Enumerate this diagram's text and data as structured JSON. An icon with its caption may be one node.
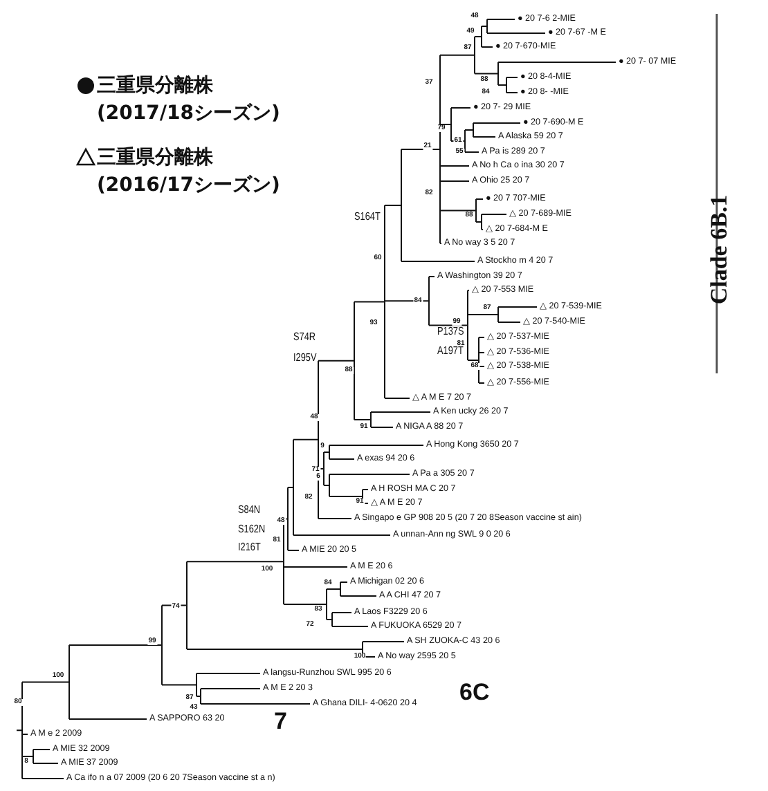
{
  "diagram": {
    "labels": [
      "● 20 7-6 2-MIE",
      "● 20 7-67 -M E",
      "● 20 7-670-MIE",
      "● 20 7- 07 MIE",
      "● 20 8-4-MIE",
      "● 20 8- -MIE",
      "● 20 7- 29 MIE",
      "● 20 7-690-M E",
      "A Alaska 59 20 7",
      "A Pa is 289 20 7",
      "A No h Ca o ina 30 20 7",
      "A Ohio 25 20 7",
      "● 20 7 707-MIE",
      "△ 20 7-689-MIE",
      "△ 20 7-684-M E",
      "A No way 3 5 20 7",
      "A Stockho m 4 20 7",
      "A Washington 39 20 7",
      "△ 20 7-553 MIE",
      "△ 20 7-539-MIE",
      "△ 20 7-540-MIE",
      "△ 20 7-537-MIE",
      "△ 20 7-536-MIE",
      "△ 20 7-538-MIE",
      "△ 20 7-556-MIE",
      "△ A M E 7 20 7",
      "A Ken ucky 26 20 7",
      "A NIGA A 88 20 7",
      "A Hong Kong 3650 20 7",
      "A exas 94 20 6",
      "A Pa a 305 20 7",
      "A H ROSH MA C 20 7",
      "△ A M E 20 7",
      "A Singapo e GP 908 20 5 (20 7 20 8Season vaccine st ain)",
      "A unnan-Ann ng SWL 9 0 20 6",
      "A MIE 20 20 5",
      "A M E 20 6",
      "A Michigan 02 20 6",
      "A A CHI 47 20 7",
      "A Laos F3229 20 6",
      "A FUKUOKA 6529 20 7",
      "A SH ZUOKA-C 43 20 6",
      "A No way 2595 20 5",
      "A langsu-Runzhou SWL 995 20 6",
      "A M E 2 20 3",
      "A Ghana DILI- 4-0620 20 4",
      "A SAPPORO 63 20",
      "A M e 2 2009",
      "A MIE 32 2009",
      "A MIE 37 2009",
      "A Ca ifo n a 07 2009 (20 6 20 7Season vaccine st a n)",
      "48",
      "49",
      "87",
      "37",
      "88",
      "84",
      "79",
      "21",
      "61",
      "55",
      "82",
      "88",
      "60",
      "84",
      "99",
      "87",
      "81",
      "68",
      "93",
      "88",
      "91",
      "48",
      "9",
      "71",
      "6",
      "91",
      "82",
      "48",
      "81",
      "100",
      "84",
      "83",
      "72",
      "74",
      "99",
      "100",
      "100",
      "87",
      "43",
      "80",
      "8",
      "S164T",
      "S74R",
      "I295V",
      "P137S",
      "A197T",
      "S84N",
      "S162N",
      "I216T",
      "7",
      "6C",
      "Clade 6B.1"
    ],
    "legend": [
      {
        "text": "三重県分離株 (2017/18シーズン)"
      },
      {
        "text": "三重県分離株 (2016/17シーズン)"
      }
    ]
  }
}
